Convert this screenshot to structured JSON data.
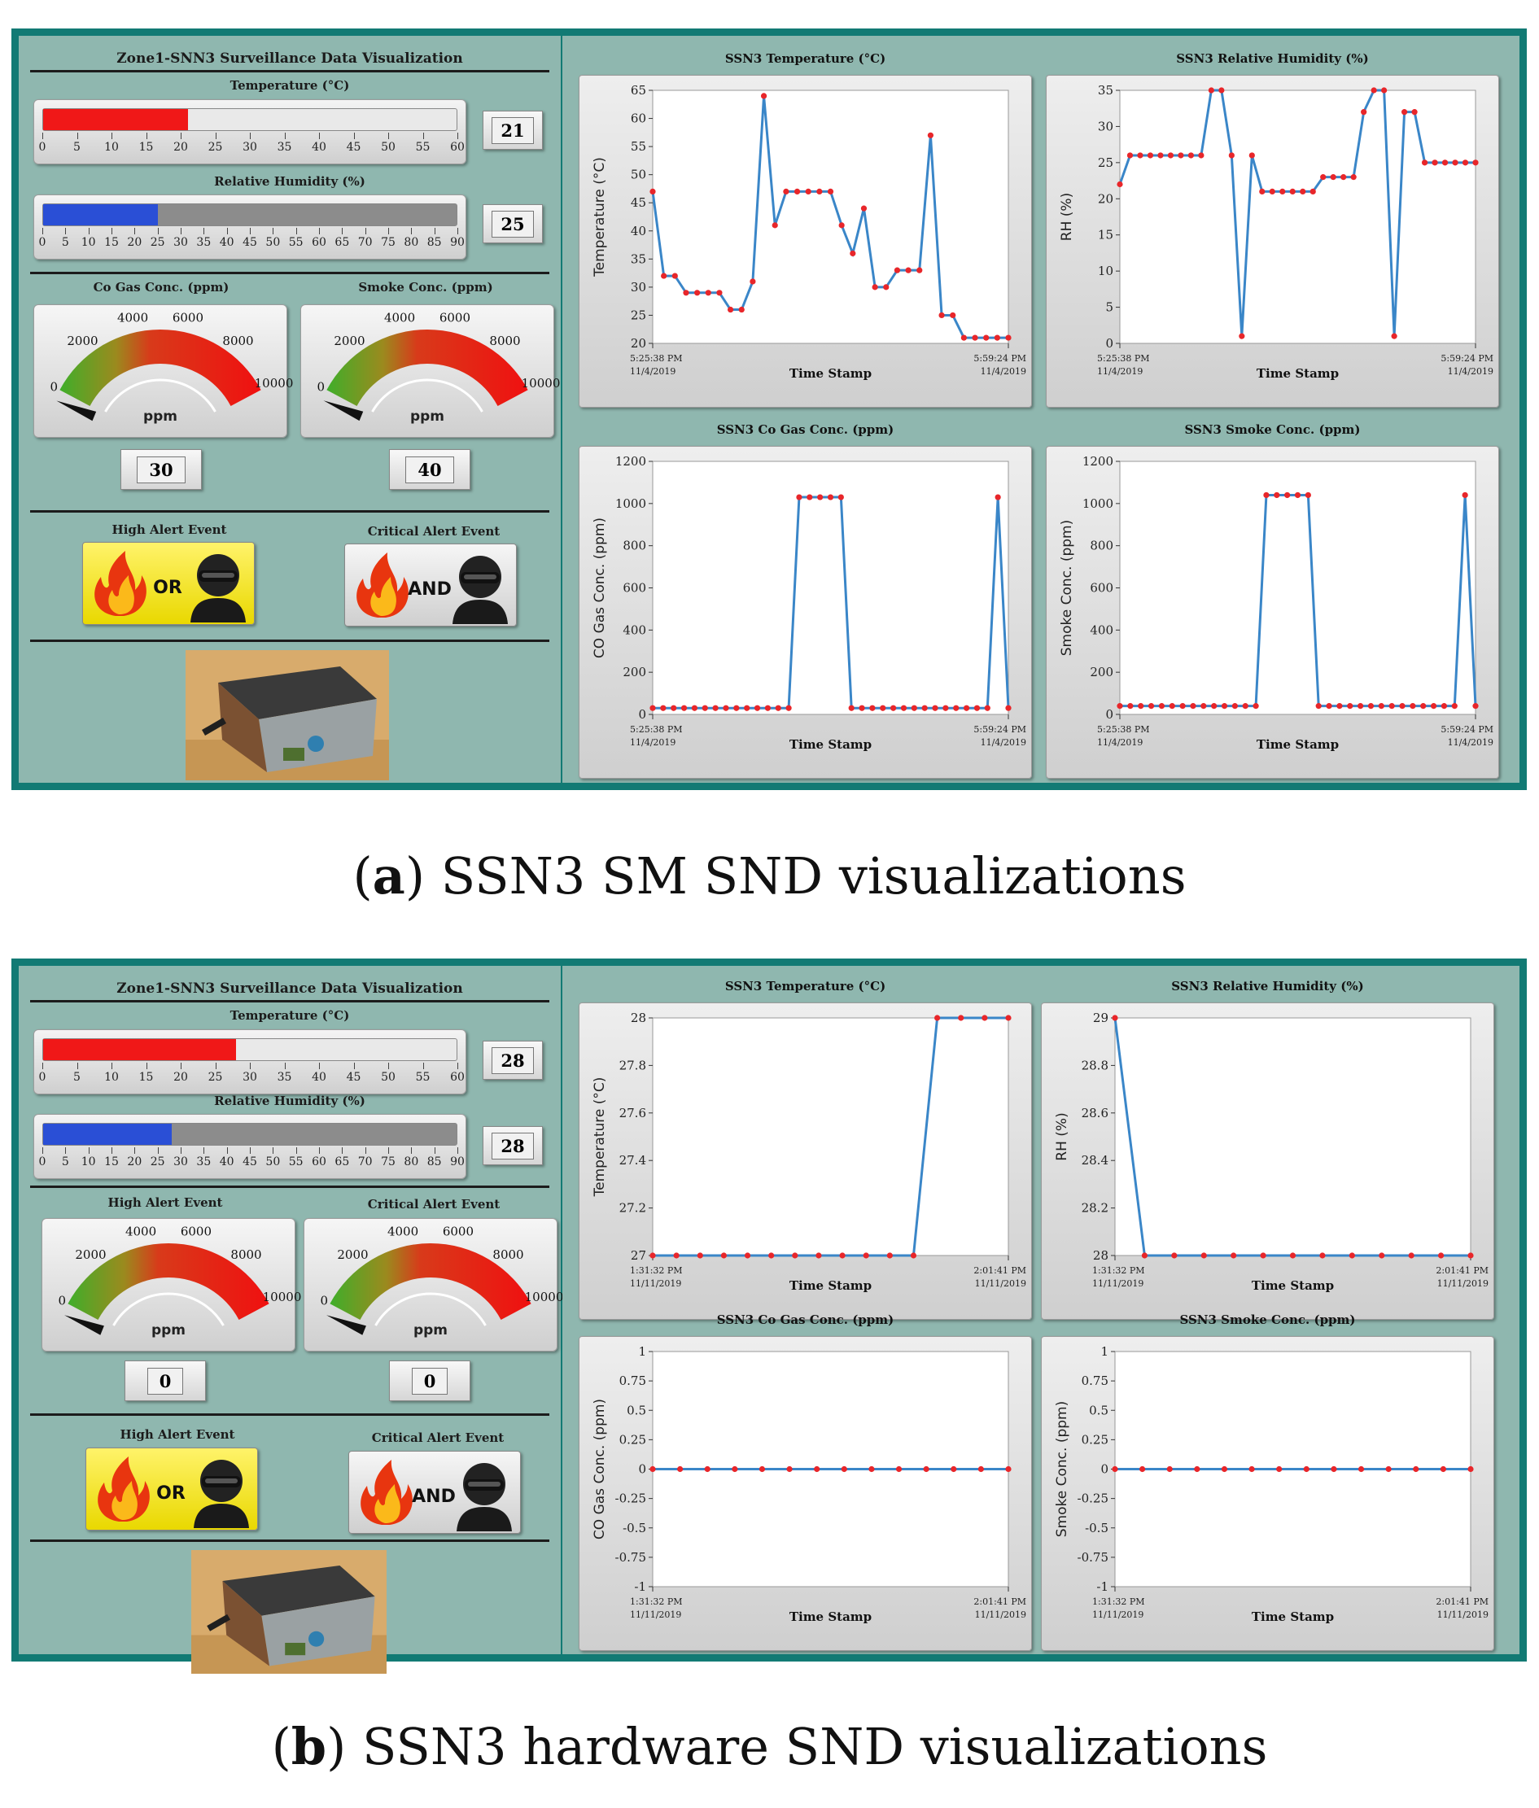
{
  "panel_a": {
    "title": "Zone1-SNN3 Surveillance Data Visualization",
    "temperature": {
      "label": "Temperature (°C)",
      "value": 21,
      "max": 60,
      "ticks": [
        "0",
        "5",
        "10",
        "15",
        "20",
        "25",
        "30",
        "35",
        "40",
        "45",
        "50",
        "55",
        "60"
      ],
      "fill_color": "#f01818",
      "display": "21"
    },
    "humidity": {
      "label": "Relative Humidity (%)",
      "value": 25,
      "max": 90,
      "ticks": [
        "0",
        "5",
        "10",
        "15",
        "20",
        "25",
        "30",
        "35",
        "40",
        "45",
        "50",
        "55",
        "60",
        "65",
        "70",
        "75",
        "80",
        "85",
        "90"
      ],
      "fill_color": "#2a4fd6",
      "display": "25"
    },
    "gauge_left": {
      "label": "Co Gas Conc. (ppm)",
      "value": 30,
      "unit": "ppm",
      "scale": [
        "0",
        "2000",
        "4000",
        "6000",
        "8000",
        "10000"
      ],
      "display": "30"
    },
    "gauge_right": {
      "label": "Smoke Conc. (ppm)",
      "value": 40,
      "unit": "ppm",
      "scale": [
        "0",
        "2000",
        "4000",
        "6000",
        "8000",
        "10000"
      ],
      "display": "40"
    },
    "alert_high": {
      "label": "High Alert Event",
      "op": "OR",
      "lit": true
    },
    "alert_critical": {
      "label": "Critical Alert Event",
      "op": "AND",
      "lit": false
    },
    "charts": [
      {
        "title": "SSN3 Temperature (°C)",
        "ylabel": "Temperature (°C)",
        "xlabel": "Time Stamp",
        "x_start": [
          "5:25:38 PM",
          "11/4/2019"
        ],
        "x_end": [
          "5:59:24 PM",
          "11/4/2019"
        ],
        "ylim": [
          20,
          65
        ],
        "yticks": [
          20,
          25,
          30,
          35,
          40,
          45,
          50,
          55,
          60,
          65
        ],
        "values": [
          47,
          32,
          32,
          29,
          29,
          29,
          29,
          26,
          26,
          31,
          64,
          41,
          47,
          47,
          47,
          47,
          47,
          41,
          36,
          44,
          30,
          30,
          33,
          33,
          33,
          57,
          25,
          25,
          21,
          21,
          21,
          21,
          21
        ]
      },
      {
        "title": "SSN3 Relative Humidity (%)",
        "ylabel": "RH (%)",
        "xlabel": "Time Stamp",
        "x_start": [
          "5:25:38 PM",
          "11/4/2019"
        ],
        "x_end": [
          "5:59:24 PM",
          "11/4/2019"
        ],
        "ylim": [
          0,
          35
        ],
        "yticks": [
          0,
          5,
          10,
          15,
          20,
          25,
          30,
          35
        ],
        "values": [
          22,
          26,
          26,
          26,
          26,
          26,
          26,
          26,
          26,
          35,
          35,
          26,
          1,
          26,
          21,
          21,
          21,
          21,
          21,
          21,
          23,
          23,
          23,
          23,
          32,
          35,
          35,
          1,
          32,
          32,
          25,
          25,
          25,
          25,
          25,
          25
        ]
      },
      {
        "title": "SSN3 Co Gas Conc. (ppm)",
        "ylabel": "CO Gas Conc. (ppm)",
        "xlabel": "Time Stamp",
        "x_start": [
          "5:25:38 PM",
          "11/4/2019"
        ],
        "x_end": [
          "5:59:24 PM",
          "11/4/2019"
        ],
        "ylim": [
          0,
          1200
        ],
        "yticks": [
          0,
          200,
          400,
          600,
          800,
          1000,
          1200
        ],
        "values": [
          30,
          30,
          30,
          30,
          30,
          30,
          30,
          30,
          30,
          30,
          30,
          30,
          30,
          30,
          1030,
          1030,
          1030,
          1030,
          1030,
          30,
          30,
          30,
          30,
          30,
          30,
          30,
          30,
          30,
          30,
          30,
          30,
          30,
          30,
          1030,
          30
        ]
      },
      {
        "title": "SSN3 Smoke Conc. (ppm)",
        "ylabel": "Smoke Conc. (ppm)",
        "xlabel": "Time Stamp",
        "x_start": [
          "5:25:38 PM",
          "11/4/2019"
        ],
        "x_end": [
          "5:59:24 PM",
          "11/4/2019"
        ],
        "ylim": [
          0,
          1200
        ],
        "yticks": [
          0,
          200,
          400,
          600,
          800,
          1000,
          1200
        ],
        "values": [
          40,
          40,
          40,
          40,
          40,
          40,
          40,
          40,
          40,
          40,
          40,
          40,
          40,
          40,
          1040,
          1040,
          1040,
          1040,
          1040,
          40,
          40,
          40,
          40,
          40,
          40,
          40,
          40,
          40,
          40,
          40,
          40,
          40,
          40,
          1040,
          40
        ]
      }
    ]
  },
  "caption_a": {
    "letter": "a",
    "text": "SSN3 SM SND visualizations"
  },
  "panel_b": {
    "title": "Zone1-SNN3 Surveillance Data Visualization",
    "temperature": {
      "label": "Temperature (°C)",
      "value": 28,
      "max": 60,
      "ticks": [
        "0",
        "5",
        "10",
        "15",
        "20",
        "25",
        "30",
        "35",
        "40",
        "45",
        "50",
        "55",
        "60"
      ],
      "fill_color": "#f01818",
      "display": "28"
    },
    "humidity": {
      "label": "Relative Humidity (%)",
      "value": 28,
      "max": 90,
      "ticks": [
        "0",
        "5",
        "10",
        "15",
        "20",
        "25",
        "30",
        "35",
        "40",
        "45",
        "50",
        "55",
        "60",
        "65",
        "70",
        "75",
        "80",
        "85",
        "90"
      ],
      "fill_color": "#2a4fd6",
      "display": "28"
    },
    "gauge_left": {
      "label": "High Alert Event",
      "value": 0,
      "unit": "ppm",
      "scale": [
        "0",
        "2000",
        "4000",
        "6000",
        "8000",
        "10000"
      ],
      "display": "0"
    },
    "gauge_right": {
      "label": "Critical Alert Event",
      "value": 0,
      "unit": "ppm",
      "scale": [
        "0",
        "2000",
        "4000",
        "6000",
        "8000",
        "10000"
      ],
      "display": "0"
    },
    "alert_high": {
      "label": "High Alert Event",
      "op": "OR",
      "lit": true
    },
    "alert_critical": {
      "label": "Critical Alert Event",
      "op": "AND",
      "lit": false
    },
    "charts": [
      {
        "title": "SSN3 Temperature (°C)",
        "ylabel": "Temperature (°C)",
        "xlabel": "Time Stamp",
        "x_start": [
          "1:31:32 PM",
          "11/11/2019"
        ],
        "x_end": [
          "2:01:41 PM",
          "11/11/2019"
        ],
        "ylim": [
          27,
          28
        ],
        "yticks": [
          27,
          27.2,
          27.4,
          27.6,
          27.8,
          28
        ],
        "values": [
          27,
          27,
          27,
          27,
          27,
          27,
          27,
          27,
          27,
          27,
          27,
          27,
          28,
          28,
          28,
          28
        ]
      },
      {
        "title": "SSN3 Relative Humidity (%)",
        "ylabel": "RH (%)",
        "xlabel": "Time Stamp",
        "x_start": [
          "1:31:32 PM",
          "11/11/2019"
        ],
        "x_end": [
          "2:01:41 PM",
          "11/11/2019"
        ],
        "ylim": [
          28,
          29
        ],
        "yticks": [
          28,
          28.2,
          28.4,
          28.6,
          28.8,
          29
        ],
        "values": [
          29,
          28,
          28,
          28,
          28,
          28,
          28,
          28,
          28,
          28,
          28,
          28,
          28
        ]
      },
      {
        "title": "SSN3 Co Gas Conc. (ppm)",
        "ylabel": "CO Gas Conc. (ppm)",
        "xlabel": "Time Stamp",
        "x_start": [
          "1:31:32 PM",
          "11/11/2019"
        ],
        "x_end": [
          "2:01:41 PM",
          "11/11/2019"
        ],
        "ylim": [
          -1,
          1
        ],
        "yticks": [
          -1,
          -0.75,
          -0.5,
          -0.25,
          0,
          0.25,
          0.5,
          0.75,
          1
        ],
        "values": [
          0,
          0,
          0,
          0,
          0,
          0,
          0,
          0,
          0,
          0,
          0,
          0,
          0,
          0
        ]
      },
      {
        "title": "SSN3 Smoke Conc. (ppm)",
        "ylabel": "Smoke Conc. (ppm)",
        "xlabel": "Time Stamp",
        "x_start": [
          "1:31:32 PM",
          "11/11/2019"
        ],
        "x_end": [
          "2:01:41 PM",
          "11/11/2019"
        ],
        "ylim": [
          -1,
          1
        ],
        "yticks": [
          -1,
          -0.75,
          -0.5,
          -0.25,
          0,
          0.25,
          0.5,
          0.75,
          1
        ],
        "values": [
          0,
          0,
          0,
          0,
          0,
          0,
          0,
          0,
          0,
          0,
          0,
          0,
          0,
          0
        ]
      }
    ]
  },
  "caption_b": {
    "letter": "b",
    "text": "SSN3 hardware SND visualizations"
  },
  "colors": {
    "panel_bg": "#8fb7af",
    "frame": "#127a74",
    "series_line": "#3a86c8",
    "series_marker": "#e8262a",
    "gauge_green": "#3fae2a",
    "gauge_red": "#f01010"
  }
}
